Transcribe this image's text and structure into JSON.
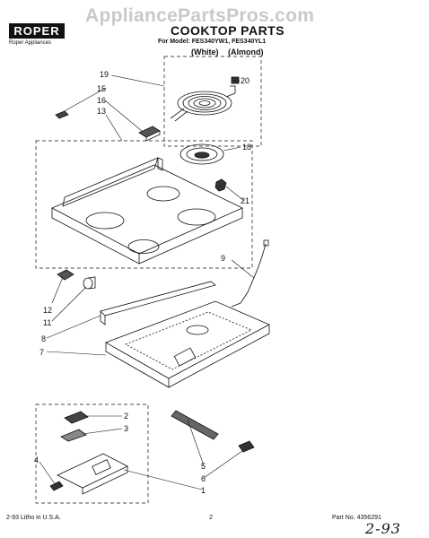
{
  "header": {
    "watermark": "AppliancePartsPros.com",
    "brand": "ROPER",
    "brand_sub": "Roper Appliances",
    "title": "COOKTOP PARTS",
    "models": "For Model: FES340YW1, FES340YL1",
    "variants": "(White) (Almond)"
  },
  "callouts": {
    "c1": "1",
    "c2": "2",
    "c3": "3",
    "c4": "4",
    "c5": "5",
    "c6": "6",
    "c7": "7",
    "c8": "8",
    "c9": "9",
    "c11": "11",
    "c12": "12",
    "c13": "13",
    "c15": "15",
    "c16": "16",
    "c18": "18",
    "c19": "19",
    "c20": "20",
    "c21": "21"
  },
  "footer": {
    "left": "2-93 Litho in U.S.A.",
    "page": "2",
    "part": "Part No. 4356291",
    "handwritten": "2-93"
  }
}
